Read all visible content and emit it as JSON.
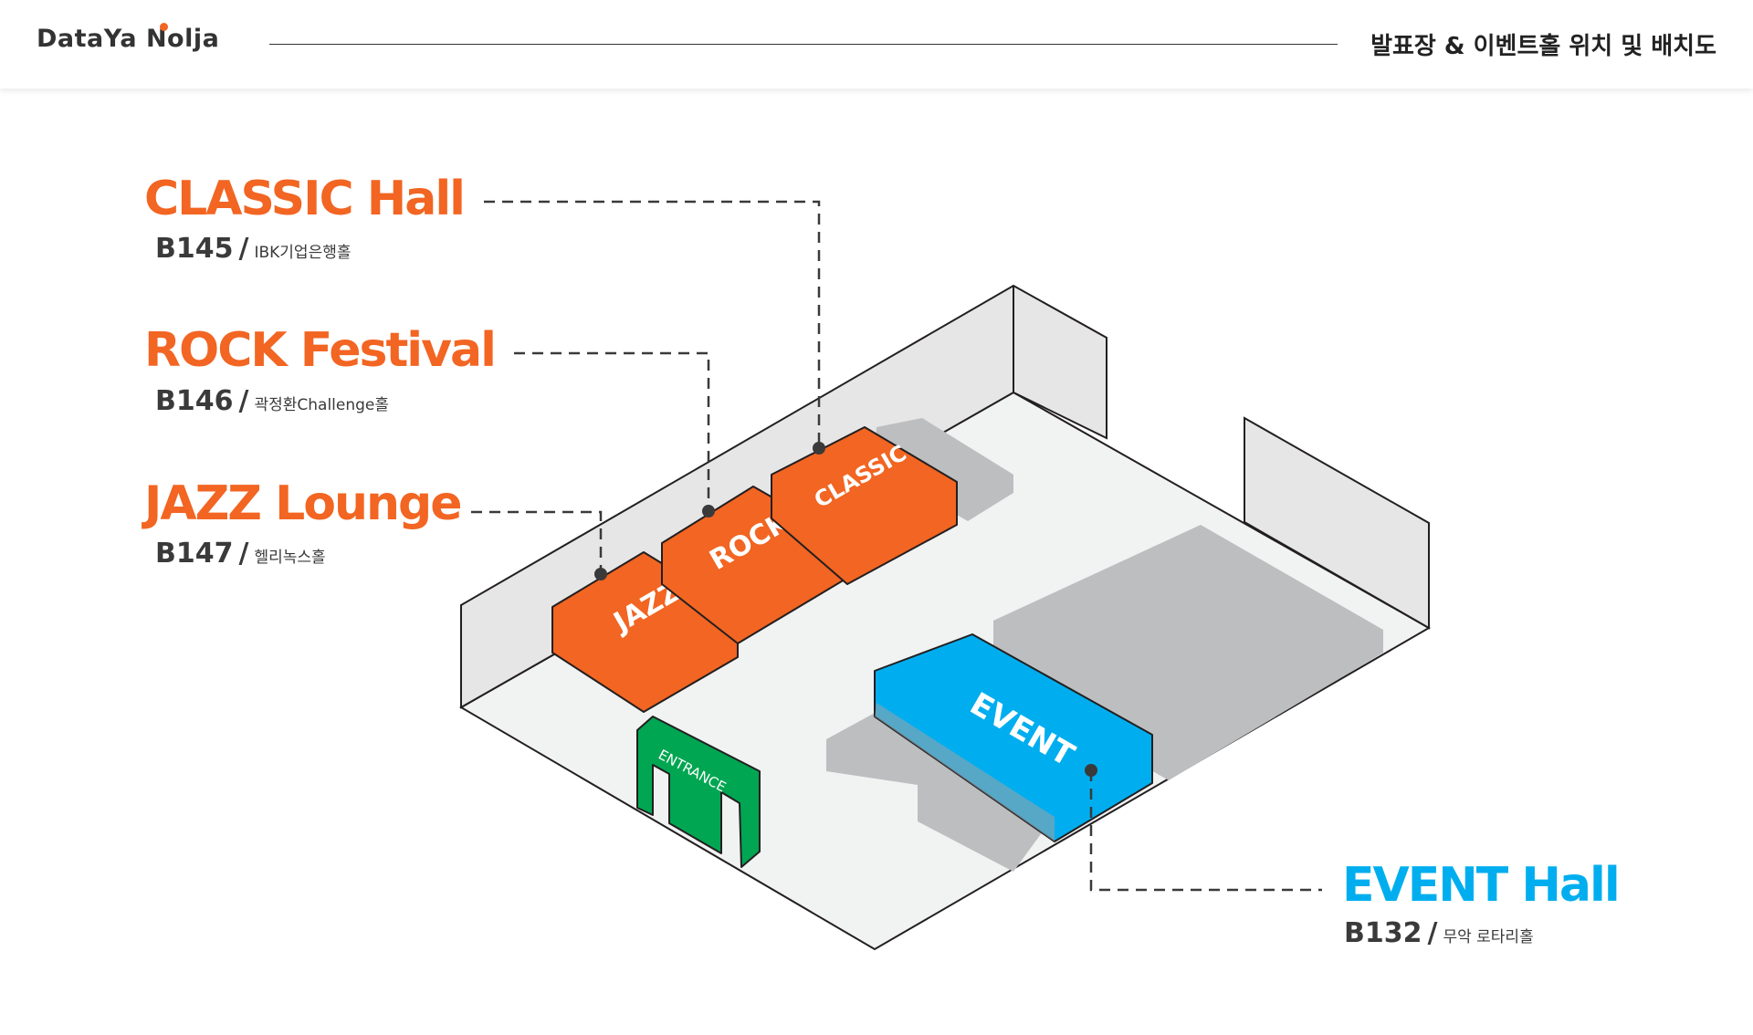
{
  "header": {
    "logo_text": "DataYa Nolja",
    "title": "발표장 & 이벤트홀 위치 및 배치도"
  },
  "colors": {
    "accent_orange": "#f26522",
    "accent_blue": "#00aeef",
    "entrance_green": "#00a651",
    "text_dark": "#3a3a3a"
  },
  "halls": [
    {
      "name": "CLASSIC Hall",
      "code": "B145",
      "room": "IBK기업은행홀",
      "block_label": "CLASSIC",
      "color": "#f26522"
    },
    {
      "name": "ROCK Festival",
      "code": "B146",
      "room": "곽정환Challenge홀",
      "block_label": "ROCK",
      "color": "#f26522"
    },
    {
      "name": "JAZZ Lounge",
      "code": "B147",
      "room": "헬리녹스홀",
      "block_label": "JAZZ",
      "color": "#f26522"
    },
    {
      "name": "EVENT Hall",
      "code": "B132",
      "room": "무악 로타리홀",
      "block_label": "EVENT",
      "color": "#00aeef"
    }
  ],
  "entrance_label": "ENTRANCE",
  "slash": "/"
}
